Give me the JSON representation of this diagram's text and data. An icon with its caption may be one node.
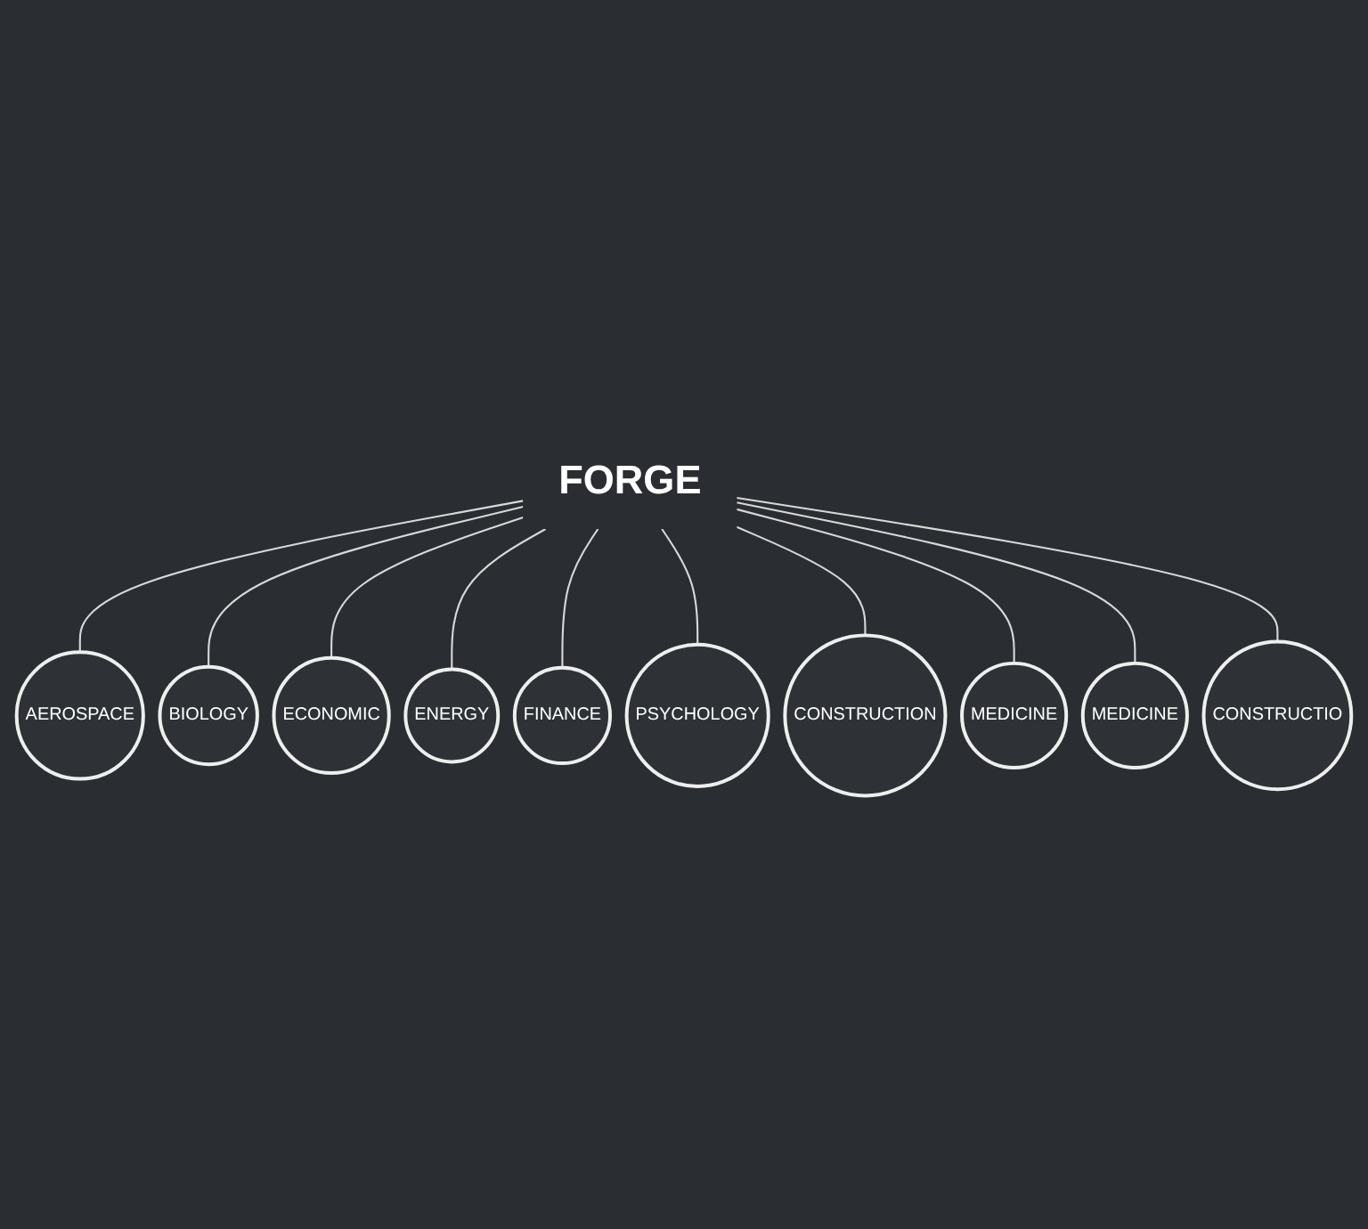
{
  "diagram": {
    "nodes": [
      {
        "text": [
          "AEROSPACE"
        ]
      },
      {
        "text": [
          "BIOLOGY"
        ]
      },
      {
        "text": [
          "ECONOMIC"
        ]
      },
      {
        "text": [
          "ENERGY"
        ]
      },
      {
        "text": [
          "FINANCE"
        ]
      },
      {
        "text": [
          "FORGE"
        ]
      },
      {
        "text": [
          "PSYCHOLOGY"
        ]
      },
      {
        "text": [
          "CONSTRUCTION"
        ]
      },
      {
        "text": [
          "MEDICINE"
        ]
      },
      {
        "text": [
          "MEDICINE"
        ]
      },
      {
        "text": [
          "CONSTRUCTIO"
        ]
      }
    ],
    "edges": [
      {
        "from": 5,
        "to": 0,
        "arrow": "none"
      },
      {
        "from": 5,
        "to": 1,
        "arrow": "none"
      },
      {
        "from": 5,
        "to": 2,
        "arrow": "none"
      },
      {
        "from": 5,
        "to": 3,
        "arrow": "none"
      },
      {
        "from": 5,
        "to": 4,
        "arrow": "none"
      },
      {
        "from": 5,
        "to": 6,
        "arrow": "none"
      },
      {
        "from": 5,
        "to": 7,
        "arrow": "none"
      },
      {
        "from": 5,
        "to": 8,
        "arrow": "none"
      },
      {
        "from": 5,
        "to": 9,
        "arrow": "none"
      },
      {
        "from": 5,
        "to": 10,
        "arrow": "none"
      }
    ]
  }
}
